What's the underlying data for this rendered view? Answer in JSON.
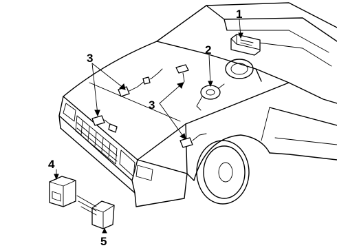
{
  "callouts": {
    "c1": "1",
    "c2": "2",
    "c3a": "3",
    "c3b": "3",
    "c4": "4",
    "c5": "5"
  }
}
